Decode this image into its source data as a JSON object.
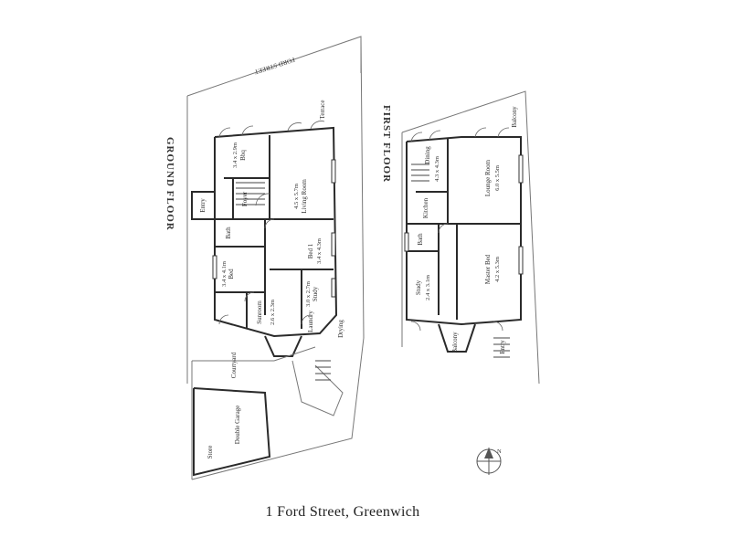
{
  "caption": "1 Ford Street, Greenwich",
  "street_label": "FORD STREET",
  "ground_floor": {
    "heading": "GROUND FLOOR",
    "rooms": {
      "living": {
        "name": "Living Room",
        "size": "4.5 x 5.7m"
      },
      "bed1": {
        "name": "Bed 1",
        "size": "3.4 x 4.3m"
      },
      "bed2": {
        "name": "Bed",
        "size": "3.4 x 4.1m"
      },
      "study": {
        "name": "Study",
        "size": "3.0 x 2.7m"
      },
      "sunroom": {
        "name": "Sunroom",
        "size": "2.6 x 2.3m"
      },
      "laundry": {
        "name": "Laundry"
      },
      "bath": {
        "name": "Bath"
      },
      "foyer": {
        "name": "Foyer"
      },
      "entry": {
        "name": "Entry"
      },
      "terrace": {
        "name": "Terrace"
      },
      "bbq": {
        "name": "Bbq",
        "size": "3.4 x 2.9m"
      },
      "courtyard": {
        "name": "Courtyard"
      },
      "drying": {
        "name": "Drying"
      },
      "garage": {
        "name": "Double Garage"
      },
      "store": {
        "name": "Store"
      }
    }
  },
  "first_floor": {
    "heading": "FIRST FLOOR",
    "rooms": {
      "lounge": {
        "name": "Lounge Room",
        "size": "6.0 x 5.5m"
      },
      "master": {
        "name": "Master Bed",
        "size": "4.2 x 5.3m"
      },
      "kitchen": {
        "name": "Kitchen"
      },
      "dining": {
        "name": "Dining",
        "size": "4.3 x 4.3m"
      },
      "bath": {
        "name": "Bath"
      },
      "study": {
        "name": "Study",
        "size": "2.4 x 3.1m"
      },
      "balcony_top": {
        "name": "Balcony"
      },
      "balcony_bottom": {
        "name": "Balcony"
      },
      "entry": {
        "name": "Entry"
      }
    }
  },
  "north_arrow": {
    "label": "N"
  }
}
